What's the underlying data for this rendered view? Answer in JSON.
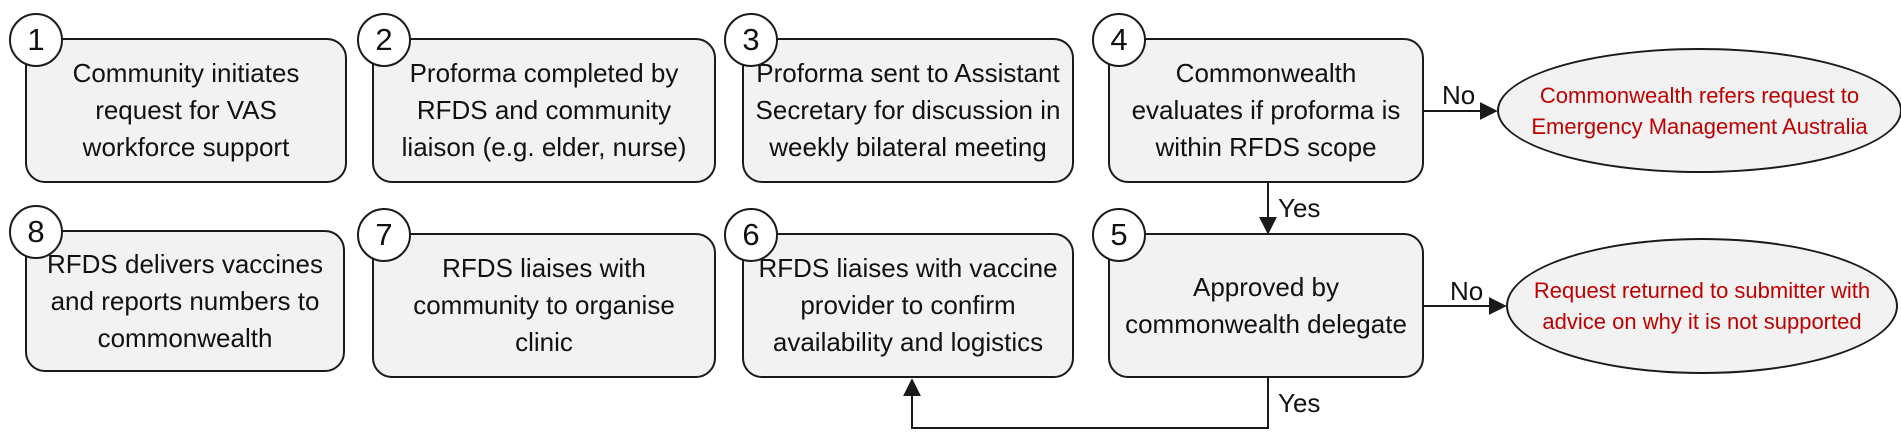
{
  "steps": [
    {
      "num": "1",
      "text": "Community initiates request for VAS workforce support"
    },
    {
      "num": "2",
      "text": "Proforma completed by RFDS and community liaison (e.g. elder, nurse)"
    },
    {
      "num": "3",
      "text": "Proforma sent to Assistant Secretary for discussion in weekly bilateral meeting"
    },
    {
      "num": "4",
      "text": "Commonwealth evaluates if proforma is within RFDS scope"
    },
    {
      "num": "5",
      "text": "Approved by commonwealth delegate"
    },
    {
      "num": "6",
      "text": "RFDS liaises with vaccine provider to confirm availability and logistics"
    },
    {
      "num": "7",
      "text": "RFDS liaises with community to organise clinic"
    },
    {
      "num": "8",
      "text": "RFDS delivers vaccines and reports numbers to commonwealth"
    }
  ],
  "outcomes": {
    "emergency_referral": "Commonwealth refers request to Emergency Management Australia",
    "returned": "Request returned to submitter with advice on why it is not supported"
  },
  "edge_labels": {
    "no_4": "No",
    "yes_4": "Yes",
    "no_5": "No",
    "yes_5": "Yes"
  },
  "colors": {
    "box_fill": "#f2f2f2",
    "border": "#1a1a1a",
    "outcome_text": "#c00000"
  }
}
